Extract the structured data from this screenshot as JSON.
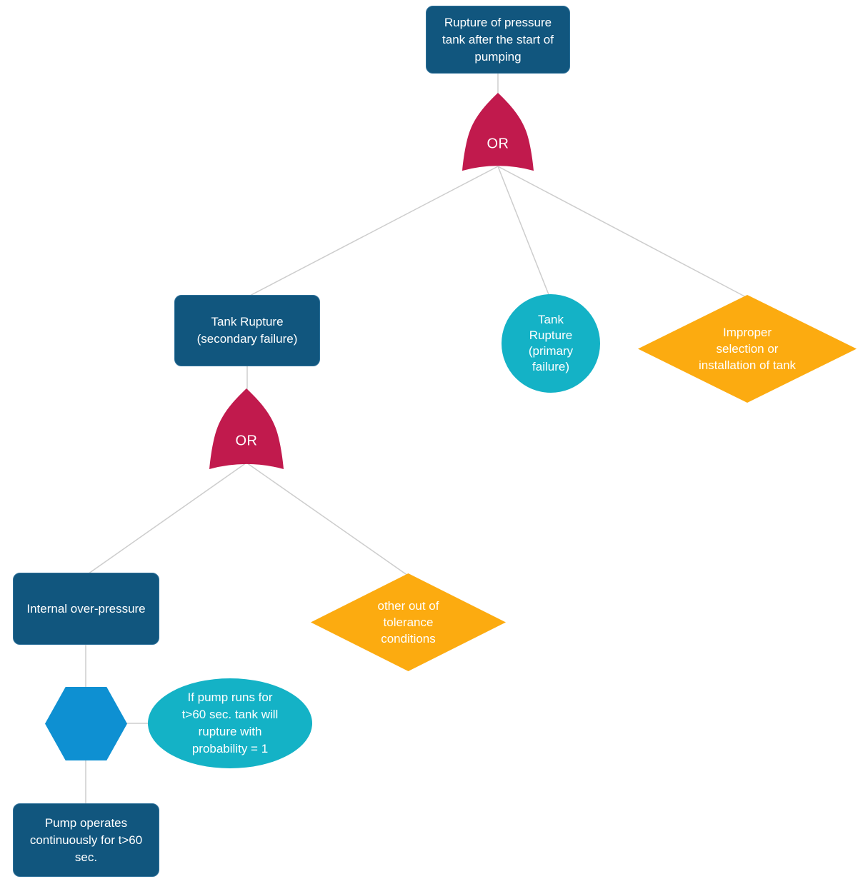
{
  "diagram_type": "fault-tree",
  "colors": {
    "event_rect": "#11567e",
    "or_gate": "#c11a4d",
    "basic_event_circle": "#14b2c6",
    "undeveloped_event_diamond": "#fcab10",
    "transfer_hexagon": "#0e90d2",
    "condition_ellipse": "#14b2c6",
    "connector_line": "#cdcdcd",
    "node_text": "#ffffff"
  },
  "nodes": {
    "top_event": {
      "shape": "rounded-rect",
      "fill": "#11567e",
      "label": "Rupture of pressure\ntank after the start of\npumping"
    },
    "or_gate_1": {
      "shape": "or-gate",
      "fill": "#c11a4d",
      "label": "OR"
    },
    "tank_rupture_secondary": {
      "shape": "rounded-rect",
      "fill": "#11567e",
      "label": "Tank Rupture\n(secondary failure)"
    },
    "tank_rupture_primary": {
      "shape": "circle",
      "fill": "#14b2c6",
      "label": "Tank\nRupture\n(primary\nfailure)"
    },
    "improper_selection": {
      "shape": "diamond",
      "fill": "#fcab10",
      "label": "Improper\nselection or\ninstallation of tank"
    },
    "or_gate_2": {
      "shape": "or-gate",
      "fill": "#c11a4d",
      "label": "OR"
    },
    "internal_over_pressure": {
      "shape": "rounded-rect",
      "fill": "#11567e",
      "label": "Internal over-pressure"
    },
    "other_out_of_tolerance": {
      "shape": "diamond",
      "fill": "#fcab10",
      "label": "other out of\ntolerance\nconditions"
    },
    "transfer_symbol": {
      "shape": "hexagon",
      "fill": "#0e90d2",
      "label": ""
    },
    "pump_runs_condition": {
      "shape": "ellipse",
      "fill": "#14b2c6",
      "label": "If pump runs for\nt>60 sec. tank will\nrupture with\nprobability = 1"
    },
    "pump_operates": {
      "shape": "rounded-rect",
      "fill": "#11567e",
      "label": "Pump operates\ncontinuously for t>60\nsec."
    }
  },
  "edges": [
    {
      "from": "top_event",
      "to": "or_gate_1"
    },
    {
      "from": "or_gate_1",
      "to": "tank_rupture_secondary"
    },
    {
      "from": "or_gate_1",
      "to": "tank_rupture_primary"
    },
    {
      "from": "or_gate_1",
      "to": "improper_selection"
    },
    {
      "from": "tank_rupture_secondary",
      "to": "or_gate_2"
    },
    {
      "from": "or_gate_2",
      "to": "internal_over_pressure"
    },
    {
      "from": "or_gate_2",
      "to": "other_out_of_tolerance"
    },
    {
      "from": "internal_over_pressure",
      "to": "pump_operates"
    },
    {
      "from": "transfer_symbol",
      "to": "pump_runs_condition"
    }
  ]
}
